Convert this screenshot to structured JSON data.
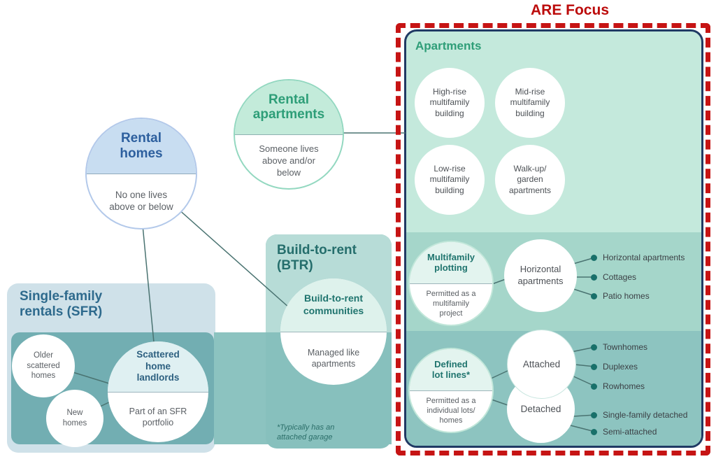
{
  "focus": {
    "label": "ARE Focus"
  },
  "colors": {
    "focus_red": "#c61414",
    "panel_navy": "#203a64",
    "apartments_green": "#2f9e78",
    "teal_dark": "#256e6c",
    "sfr_blue": "#2e6a8d",
    "rental_homes_blue": "#2d5f9e",
    "band_mint": "#c4e9dc",
    "band_teal_mid": "#a5d6ca",
    "band_teal_dark": "#8dc4c0"
  },
  "rental_homes": {
    "title": "Rental\nhomes",
    "subtitle": "No one lives\nabove or below"
  },
  "rental_apartments": {
    "title": "Rental\napartments",
    "subtitle": "Someone lives\nabove and/or\nbelow"
  },
  "sfr": {
    "title": "Single-family\nrentals (SFR)",
    "older_homes": "Older\nscattered\nhomes",
    "new_homes": "New\nhomes",
    "landlords": {
      "title": "Scattered\nhome\nlandlords",
      "subtitle": "Part of an SFR\nportfolio"
    }
  },
  "btr": {
    "title": "Build-to-rent\n(BTR)",
    "communities": {
      "title": "Build-to-rent\ncommunities",
      "subtitle": "Managed like\napartments"
    },
    "footnote": "*Typically has an\nattached garage"
  },
  "are_panel": {
    "apartments": {
      "title": "Apartments",
      "circles": [
        {
          "label": "High-rise\nmultifamily\nbuilding"
        },
        {
          "label": "Mid-rise\nmultifamily\nbuilding"
        },
        {
          "label": "Low-rise\nmultifamily\nbuilding"
        },
        {
          "label": "Walk-up/\ngarden\napartments"
        }
      ]
    },
    "multifamily_plotting": {
      "title": "Multifamily\nplotting",
      "subtitle": "Permitted as a\nmultifamily\nproject",
      "hub": "Horizontal\napartments",
      "bullets": [
        "Horizontal apartments",
        "Cottages",
        "Patio homes"
      ]
    },
    "defined_lot_lines": {
      "title": "Defined\nlot lines*",
      "subtitle": "Permitted as a\nindividual lots/\nhomes",
      "attached": {
        "hub": "Attached",
        "bullets": [
          "Townhomes",
          "Duplexes",
          "Rowhomes"
        ]
      },
      "detached": {
        "hub": "Detached",
        "bullets": [
          "Single-family detached",
          "Semi-attached"
        ]
      }
    }
  }
}
